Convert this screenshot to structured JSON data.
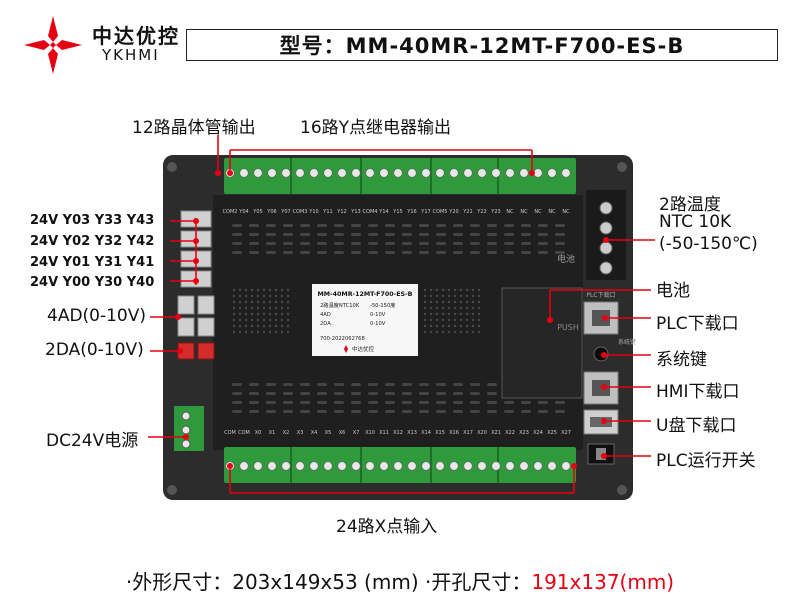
{
  "brand": {
    "name_cn": "中达优控",
    "name_en": "YKHMI",
    "accent": "#e60012"
  },
  "model": {
    "text": "型号：MM-40MR-12MT-F700-ES-B"
  },
  "callouts": {
    "transistor_out": "12路晶体管输出",
    "relay_out": "16路Y点继电器输出",
    "y_rows": [
      "24V  Y03  Y33  Y43",
      "24V  Y02  Y32  Y42",
      "24V  Y01  Y31  Y41",
      "24V  Y00  Y30  Y40"
    ],
    "ad": "4AD(0-10V)",
    "da": "2DA(0-10V)",
    "power": "DC24V电源",
    "temp_line1": "2路温度",
    "temp_line2": "NTC 10K",
    "temp_line3": "(-50-150℃)",
    "battery": "电池",
    "plc_port": "PLC下载口",
    "system_key": "系统键",
    "hmi_port": "HMI下载口",
    "usb": "U盘下载口",
    "run_switch": "PLC运行开关",
    "x_inputs": "24路X点输入"
  },
  "device": {
    "top_terminals": [
      "COM2",
      "Y04",
      "Y05",
      "Y06",
      "Y07",
      "COM3",
      "Y10",
      "Y11",
      "Y12",
      "Y13",
      "COM4",
      "Y14",
      "Y15",
      "Y16",
      "Y17",
      "COM5",
      "Y20",
      "Y21",
      "Y22",
      "Y23",
      "NC",
      "NC",
      "NC",
      "NC",
      "NC"
    ],
    "bottom_terminals": [
      "COM",
      "COM",
      "X0",
      "X1",
      "X2",
      "X3",
      "X4",
      "X5",
      "X6",
      "X7",
      "X10",
      "X11",
      "X12",
      "X13",
      "X14",
      "X15",
      "X16",
      "X17",
      "X20",
      "X21",
      "X22",
      "X23",
      "X24",
      "X25",
      "X27"
    ],
    "sticker": {
      "model": "MM-40MR-12MT-F700-ES-B",
      "row1_left": "2路温度NTC10K",
      "row1_right": "-50-150度",
      "row2_left": "4AD",
      "row2_right": "0-10V",
      "row3_left": "2DA",
      "row3_right": "0-10V",
      "serial": "700-2022062768",
      "brand": "中达优控"
    },
    "battery_label": "电池",
    "push_label": "PUSH",
    "plc_port_label": "PLC下载口",
    "key_label": "系统键"
  },
  "footer": {
    "prefix": "·外形尺寸：",
    "outer_dims": "203x149x53 (mm)",
    "sep": "  ·开孔尺寸：",
    "cutout_dims": "191x137(mm)"
  },
  "colors": {
    "terminal_green": "#2f9a3c",
    "body": "#2c2c2c",
    "panel": "#1f1f1f",
    "red_line": "#e60012",
    "port_gray": "#d0d0d0"
  }
}
